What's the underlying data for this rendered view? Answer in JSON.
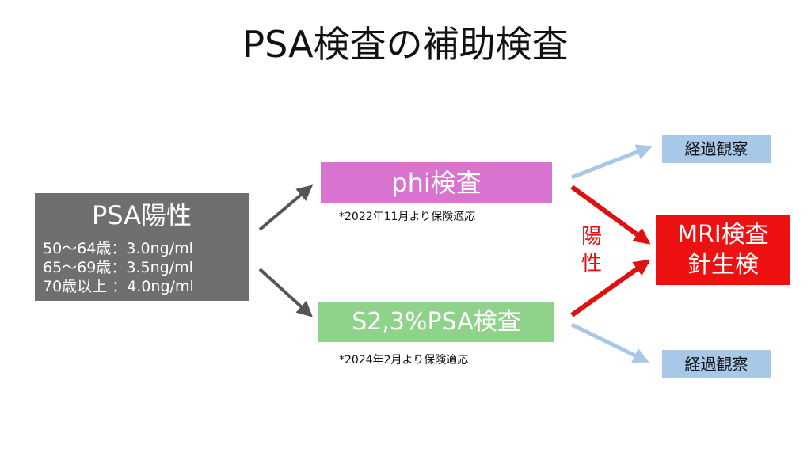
{
  "title": "PSA検査の補助検査",
  "psa_positive": {
    "heading": "PSA陽性",
    "lines": [
      "50～64歳：3.0ng/ml",
      "65～69歳：3.5ng/ml",
      "70歳以上 ：4.0ng/ml"
    ]
  },
  "phi": {
    "label": "phi検査",
    "note": "*2022年11月より保険適応"
  },
  "s23": {
    "label": "S2,3%PSA検査",
    "note": "*2024年2月より保険適応"
  },
  "observation": {
    "top": "経過観察",
    "bottom": "経過観察"
  },
  "positive_label": {
    "char1": "陽",
    "char2": "性"
  },
  "mri": {
    "line1": "MRI検査",
    "line2": "針生検"
  },
  "colors": {
    "psa_box": "#6f6f6f",
    "phi_box": "#d874cf",
    "s23_box": "#8fd38b",
    "observation_box": "#a8c8e8",
    "mri_box": "#ee1111",
    "positive_arrow": "#e01010",
    "observation_arrow": "#a8c8e8",
    "gray_arrow": "#555555"
  }
}
